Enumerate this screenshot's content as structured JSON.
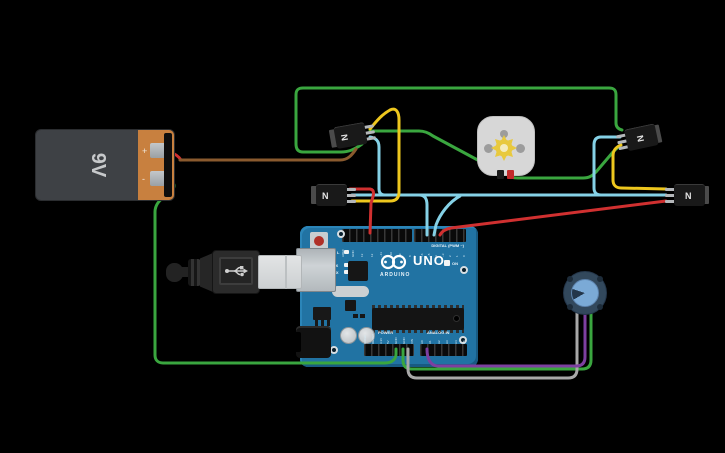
{
  "colors": {
    "wire_green": "#3aa63f",
    "wire_cyan": "#85d1e6",
    "wire_yellow": "#eec71e",
    "wire_red": "#d03030",
    "wire_brown": "#8a5a2e",
    "wire_gray": "#a8a8a8",
    "wire_purple": "#7d3fa0",
    "board_blue": "#2173a3",
    "battery_body": "#3e4145",
    "battery_cap_orange": "#c8803f",
    "motor_body": "#d7d7d7",
    "motor_gear_yellow": "#e8c93f",
    "pot_body": "#32485c",
    "pot_knob_blue": "#7baad6"
  },
  "battery": {
    "voltage_label": "9V",
    "plus_symbol": "+",
    "minus_symbol": "-"
  },
  "arduino": {
    "brand": "ARDUINO",
    "model": "UNO",
    "on_label": "ON",
    "digital_header_label": "DIGITAL (PWM ~)",
    "power_header_label": "POWER",
    "analog_header_label": "ANALOG IN",
    "led_l": "L",
    "led_tx": "TX",
    "led_rx": "RX",
    "digital_pins_left": [
      "AREF",
      "GND",
      "13",
      "12",
      "~11",
      "~10",
      "~9",
      "8"
    ],
    "digital_pins_right": [
      "7",
      "~6",
      "~5",
      "4",
      "~3",
      "2",
      "1",
      "0"
    ],
    "power_pins": [
      "IOREF",
      "RESET",
      "3.3V",
      "5V",
      "GND",
      "GND",
      "VIN"
    ],
    "analog_pins": [
      "A0",
      "A1",
      "A2",
      "A3",
      "A4",
      "A5"
    ]
  },
  "transistors": {
    "t1_label": "N",
    "t2_label": "N",
    "t3_label": "N",
    "t4_label": "N"
  }
}
